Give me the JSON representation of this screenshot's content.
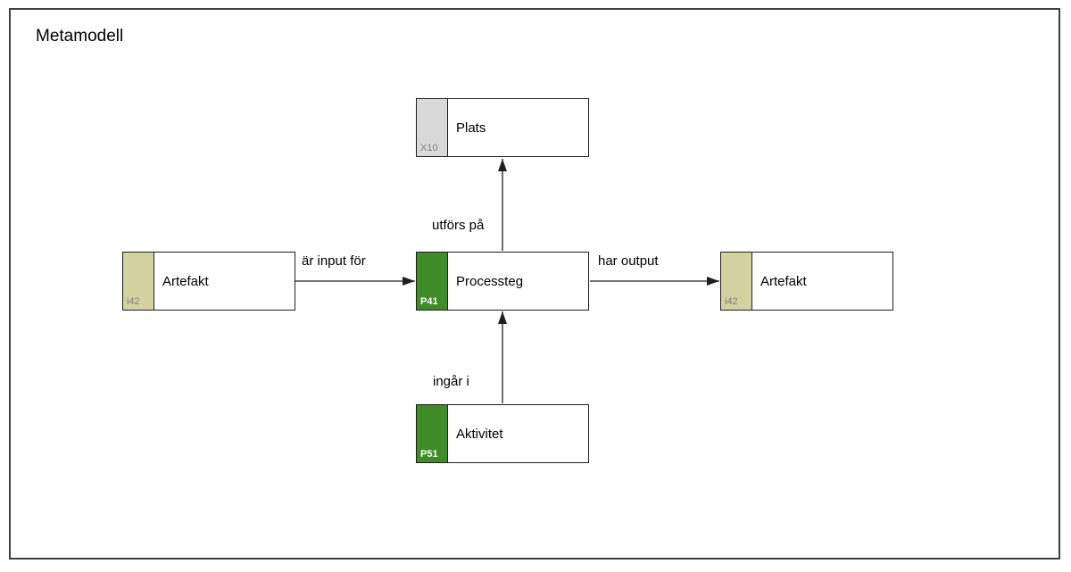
{
  "diagram": {
    "title": "Metamodell",
    "nodes": [
      {
        "id": "plats",
        "label": "Plats",
        "code": "X10",
        "tab_color": "#d9d9d9",
        "code_color": "#7f7f7f"
      },
      {
        "id": "artefakt-left",
        "label": "Artefakt",
        "code": "i42",
        "tab_color": "#d5d2a2",
        "code_color": "#7f7f7f"
      },
      {
        "id": "processteg",
        "label": "Processteg",
        "code": "P41",
        "tab_color": "#3f8c28",
        "code_color": "#ffffff"
      },
      {
        "id": "artefakt-right",
        "label": "Artefakt",
        "code": "i42",
        "tab_color": "#d5d2a2",
        "code_color": "#7f7f7f"
      },
      {
        "id": "aktivitet",
        "label": "Aktivitet",
        "code": "P51",
        "tab_color": "#3f8c28",
        "code_color": "#ffffff"
      }
    ],
    "edges": [
      {
        "from": "artefakt-left",
        "to": "processteg",
        "label": "är input för",
        "direction": "right"
      },
      {
        "from": "processteg",
        "to": "artefakt-right",
        "label": "har output",
        "direction": "right"
      },
      {
        "from": "processteg",
        "to": "plats",
        "label": "utförs på",
        "direction": "up"
      },
      {
        "from": "aktivitet",
        "to": "processteg",
        "label": "ingår i",
        "direction": "up"
      }
    ],
    "colors": {
      "frame_border": "#404040",
      "node_border": "#1f1f1f",
      "tab_green": "#3f8c28",
      "tab_tan": "#d5d2a2",
      "tab_gray": "#d9d9d9",
      "code_gray_text": "#7f7f7f",
      "code_white_text": "#ffffff",
      "arrow": "#1f1f1f"
    }
  }
}
